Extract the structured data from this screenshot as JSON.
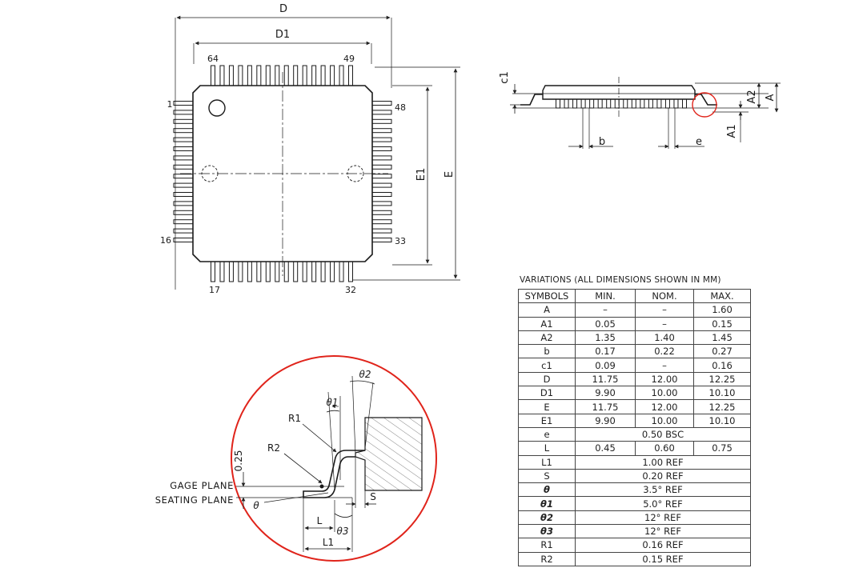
{
  "top_view": {
    "dim_D": "D",
    "dim_D1": "D1",
    "dim_E": "E",
    "dim_E1": "E1",
    "pin_labels": {
      "p64": "64",
      "p49": "49",
      "p1": "1",
      "p48": "48",
      "p16": "16",
      "p33": "33",
      "p17": "17",
      "p32": "32"
    }
  },
  "side_view": {
    "c1": "c1",
    "A2": "A2",
    "A": "A",
    "A1": "A1",
    "b": "b",
    "e": "e"
  },
  "detail_view": {
    "theta2": "θ2",
    "theta1": "θ1",
    "R1": "R1",
    "R2": "R2",
    "dim_025": "0.25",
    "gage_plane": "GAGE PLANE",
    "seating_plane": "SEATING PLANE",
    "theta": "θ",
    "S": "S",
    "L": "L",
    "theta3": "θ3",
    "L1": "L1"
  },
  "variations_table": {
    "title": "VARIATIONS (ALL DIMENSIONS SHOWN IN MM)",
    "headers": [
      "SYMBOLS",
      "MIN.",
      "NOM.",
      "MAX."
    ],
    "rows": [
      {
        "symbol": "A",
        "min": "–",
        "nom": "–",
        "max": "1.60"
      },
      {
        "symbol": "A1",
        "min": "0.05",
        "nom": "–",
        "max": "0.15"
      },
      {
        "symbol": "A2",
        "min": "1.35",
        "nom": "1.40",
        "max": "1.45"
      },
      {
        "symbol": "b",
        "min": "0.17",
        "nom": "0.22",
        "max": "0.27"
      },
      {
        "symbol": "c1",
        "min": "0.09",
        "nom": "–",
        "max": "0.16"
      },
      {
        "symbol": "D",
        "min": "11.75",
        "nom": "12.00",
        "max": "12.25"
      },
      {
        "symbol": "D1",
        "min": "9.90",
        "nom": "10.00",
        "max": "10.10"
      },
      {
        "symbol": "E",
        "min": "11.75",
        "nom": "12.00",
        "max": "12.25"
      },
      {
        "symbol": "E1",
        "min": "9.90",
        "nom": "10.00",
        "max": "10.10"
      },
      {
        "symbol": "e",
        "span": "0.50 BSC"
      },
      {
        "symbol": "L",
        "min": "0.45",
        "nom": "0.60",
        "max": "0.75"
      },
      {
        "symbol": "L1",
        "span": "1.00 REF"
      },
      {
        "symbol": "S",
        "span": "0.20 REF"
      },
      {
        "symbol": "θ",
        "span": "3.5° REF"
      },
      {
        "symbol": "θ1",
        "span": "5.0° REF"
      },
      {
        "symbol": "θ2",
        "span": "12° REF"
      },
      {
        "symbol": "θ3",
        "span": "12° REF"
      },
      {
        "symbol": "R1",
        "span": "0.16 REF"
      },
      {
        "symbol": "R2",
        "span": "0.15 REF"
      }
    ]
  },
  "colors": {
    "line": "#1a1a1a",
    "highlight_circle": "#e0241b",
    "hatch": "#555555"
  }
}
